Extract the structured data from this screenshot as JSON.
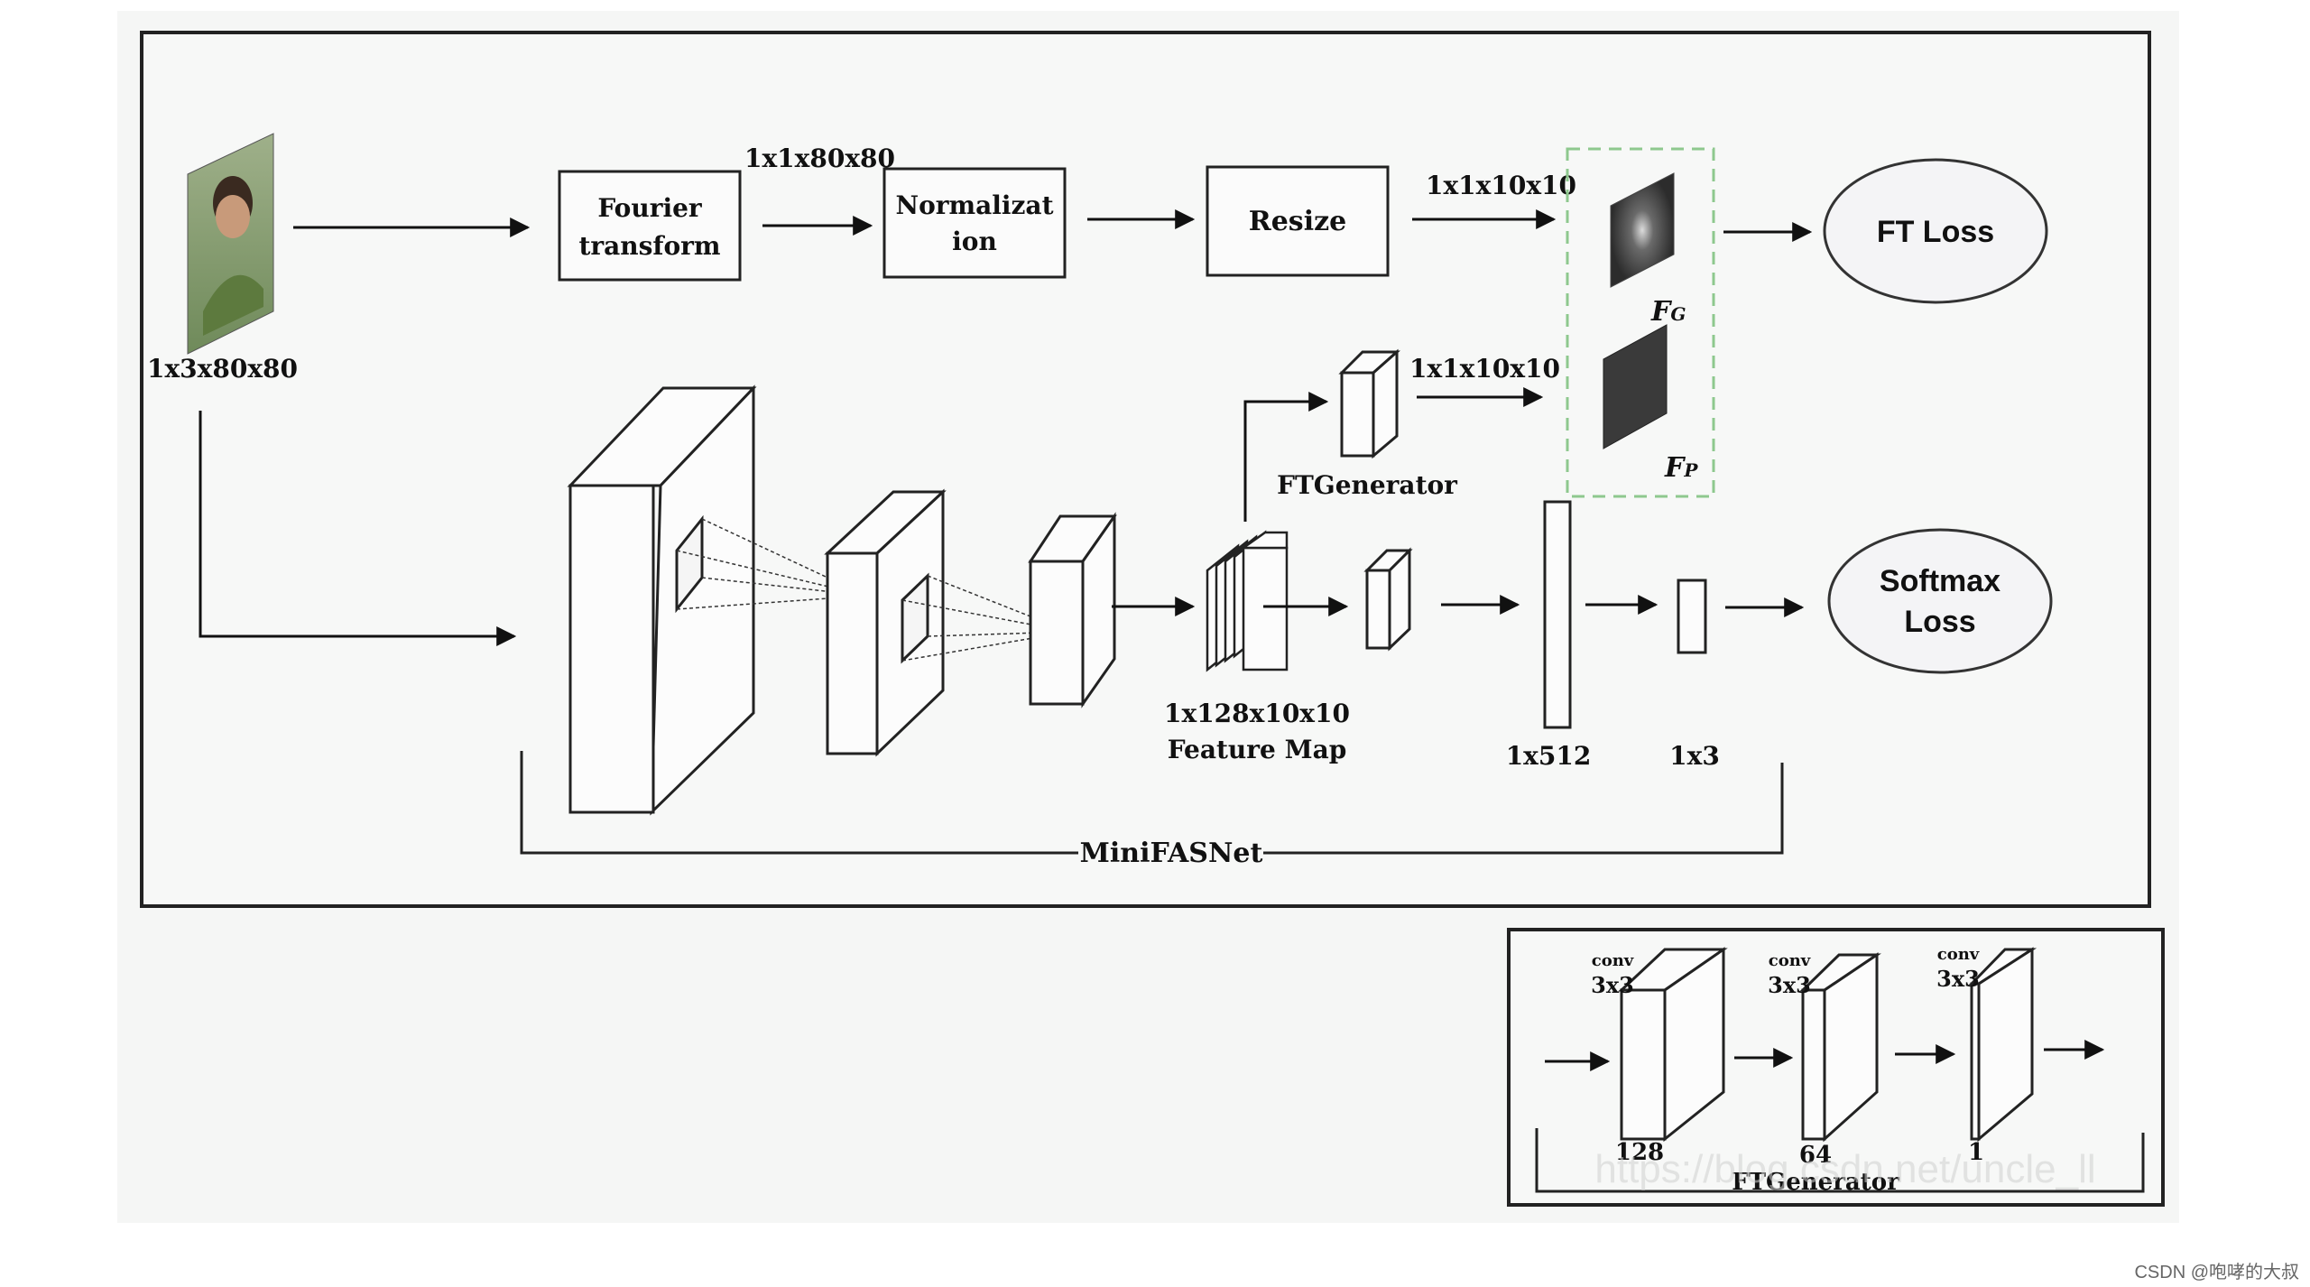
{
  "diagram": {
    "input_size": "1x3x80x80",
    "fourier_label_1": "Fourier",
    "fourier_label_2": "transform",
    "fourier_out": "1x1x80x80",
    "normalization_1": "Normalizat",
    "normalization_2": "ion",
    "resize": "Resize",
    "resize_out": "1x1x10x10",
    "fg_label": "F",
    "fg_sub": "G",
    "fp_label": "F",
    "fp_sub": "P",
    "ft_loss": "FT Loss",
    "ftgen_out": "1x1x10x10",
    "ftgen_label": "FTGenerator",
    "feature_map_size": "1x128x10x10",
    "feature_map_label": "Feature Map",
    "fc_size": "1x512",
    "out_size": "1x3",
    "softmax_1": "Softmax",
    "softmax_2": "Loss",
    "network_name": "MiniFASNet"
  },
  "inset": {
    "conv1_top": "conv",
    "conv1_k": "3x3",
    "conv1_ch": "128",
    "conv2_top": "conv",
    "conv2_k": "3x3",
    "conv2_ch": "64",
    "conv3_top": "conv",
    "conv3_k": "3x3",
    "conv3_ch": "1",
    "label": "FTGenerator",
    "watermark": "https://blog.csdn.net/uncle_ll"
  },
  "footer": {
    "credit": "CSDN @咆哮的大叔"
  }
}
